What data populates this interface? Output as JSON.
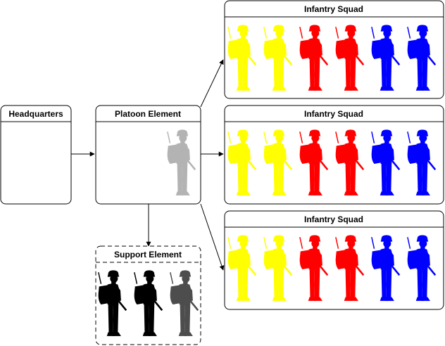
{
  "diagram": {
    "headquarters": {
      "title": "Headquarters"
    },
    "platoon": {
      "title": "Platoon Element",
      "soldier_color": "#b3b3b3"
    },
    "support": {
      "title": "Support Element",
      "soldier_colors": [
        "#000000",
        "#000000",
        "#4d4d4d"
      ]
    },
    "squads": [
      {
        "title": "Infantry Squad",
        "soldier_colors": [
          "#ffff00",
          "#ffff00",
          "#ff0000",
          "#ff0000",
          "#0000ff",
          "#0000ff"
        ]
      },
      {
        "title": "Infantry Squad",
        "soldier_colors": [
          "#ffff00",
          "#ffff00",
          "#ff0000",
          "#ff0000",
          "#0000ff",
          "#0000ff"
        ]
      },
      {
        "title": "Infantry Squad",
        "soldier_colors": [
          "#ffff00",
          "#ffff00",
          "#ff0000",
          "#ff0000",
          "#0000ff",
          "#0000ff"
        ]
      }
    ]
  }
}
